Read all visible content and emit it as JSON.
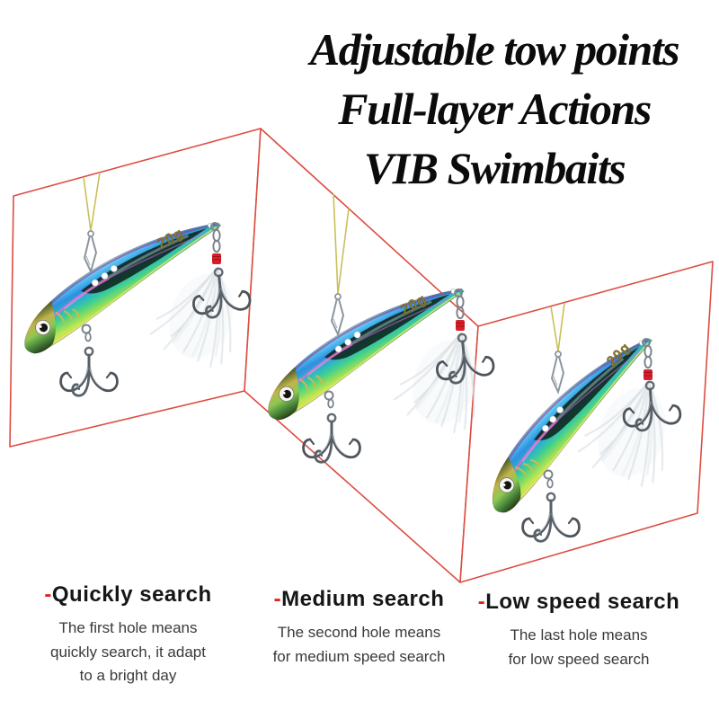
{
  "title": {
    "line1": "Adjustable tow points",
    "line2": "Full-layer Actions",
    "line3": "VIB Swimbaits"
  },
  "lures": [
    {
      "weight_label": "20g"
    },
    {
      "weight_label": "20g"
    },
    {
      "weight_label": "20g"
    }
  ],
  "sections": [
    {
      "dash": "-",
      "heading": "Quickly search",
      "lines": [
        "The first hole means",
        "quickly search, it adapt",
        "to a bright day"
      ]
    },
    {
      "dash": "-",
      "heading": "Medium search",
      "lines": [
        "The second hole means",
        "for medium speed search"
      ]
    },
    {
      "dash": "-",
      "heading": "Low speed search",
      "lines": [
        "The last hole means",
        "for low speed search"
      ]
    }
  ],
  "colors": {
    "panel_outline": "#dc4d42",
    "dash_red": "#e0241b",
    "fishing_line_yellow": "#c9c05a",
    "band_red": "#d81f27",
    "body_blue": "#2f8fe0",
    "body_green": "#5fd07a",
    "title_black": "#0b0b0b"
  }
}
